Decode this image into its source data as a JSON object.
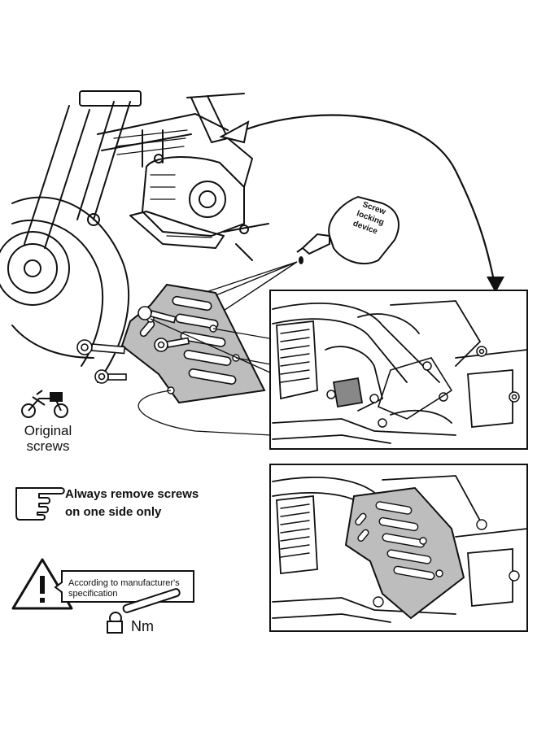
{
  "bottle": {
    "line1": "Screw",
    "line2": "locking",
    "line3": "device"
  },
  "original_screws": {
    "line1": "Original",
    "line2": "screws",
    "icon": "motorcycle-icon"
  },
  "instruction": {
    "line1": "Always remove screws",
    "line2": "on one side only",
    "icon": "pointing-hand-icon"
  },
  "torque": {
    "line1": "According to manufacturer's",
    "line2": "specification",
    "unit": "Nm",
    "icons": [
      "warning-icon",
      "torque-wrench-icon"
    ]
  }
}
